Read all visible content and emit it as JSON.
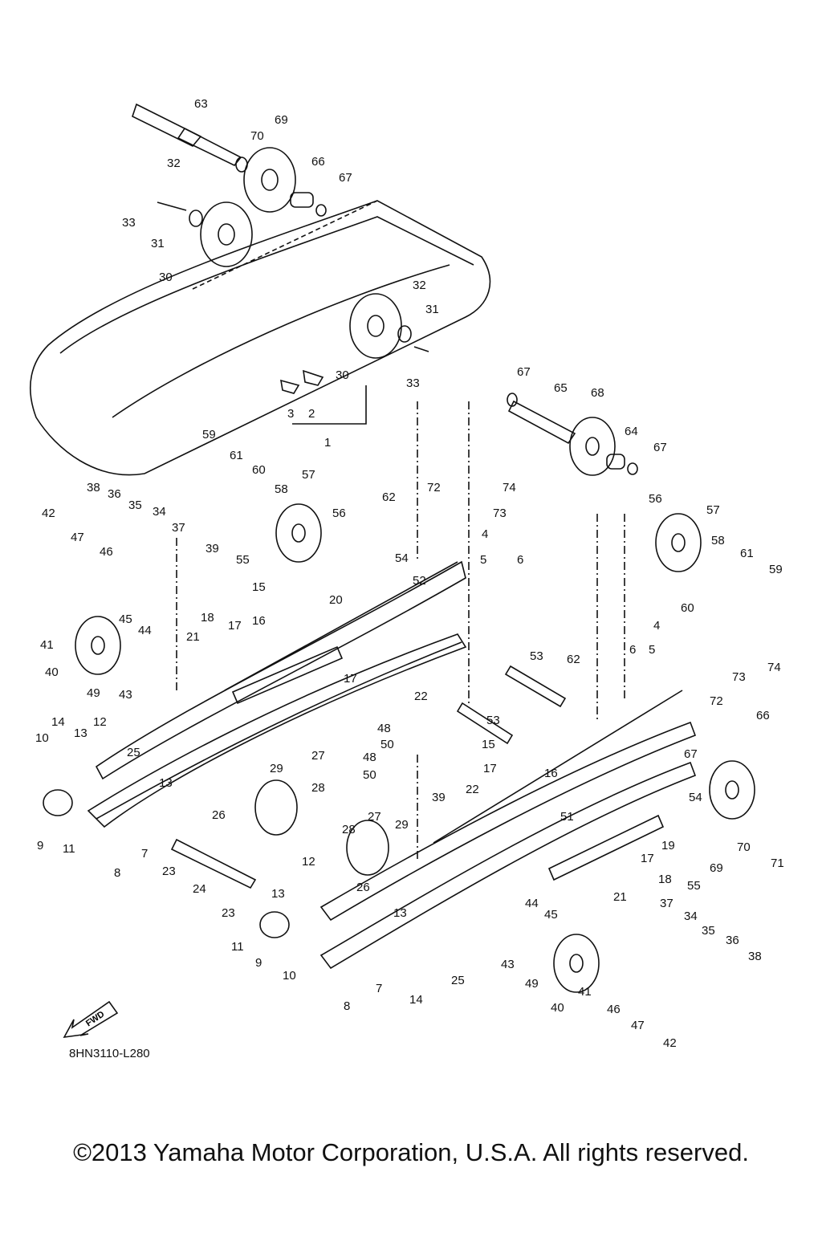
{
  "diagram": {
    "drawing_code": "8HN3110-L280",
    "copyright": "©2013 Yamaha Motor Corporation, U.S.A. All rights reserved.",
    "fwd_label": "FWD",
    "part_labels": [
      "63",
      "69",
      "70",
      "32",
      "66",
      "67",
      "33",
      "31",
      "30",
      "32",
      "31",
      "30",
      "33",
      "3",
      "2",
      "1",
      "67",
      "65",
      "68",
      "64",
      "67",
      "59",
      "61",
      "60",
      "57",
      "58",
      "38",
      "36",
      "35",
      "34",
      "37",
      "42",
      "47",
      "46",
      "39",
      "56",
      "62",
      "72",
      "74",
      "73",
      "4",
      "5",
      "6",
      "55",
      "54",
      "52",
      "20",
      "15",
      "16",
      "18",
      "17",
      "41",
      "45",
      "44",
      "40",
      "49",
      "43",
      "21",
      "17",
      "53",
      "62",
      "22",
      "48",
      "50",
      "56",
      "57",
      "58",
      "61",
      "59",
      "60",
      "4",
      "6",
      "5",
      "73",
      "74",
      "72",
      "66",
      "67",
      "14",
      "12",
      "13",
      "10",
      "25",
      "29",
      "27",
      "28",
      "53",
      "15",
      "17",
      "16",
      "22",
      "39",
      "48",
      "50",
      "9",
      "11",
      "8",
      "7",
      "26",
      "13",
      "28",
      "27",
      "29",
      "23",
      "24",
      "23",
      "12",
      "26",
      "13",
      "13",
      "51",
      "19",
      "17",
      "18",
      "21",
      "54",
      "55",
      "70",
      "71",
      "69",
      "11",
      "9",
      "10",
      "44",
      "45",
      "43",
      "49",
      "25",
      "14",
      "7",
      "8",
      "37",
      "34",
      "35",
      "36",
      "38",
      "40",
      "41",
      "46",
      "47",
      "42"
    ]
  }
}
